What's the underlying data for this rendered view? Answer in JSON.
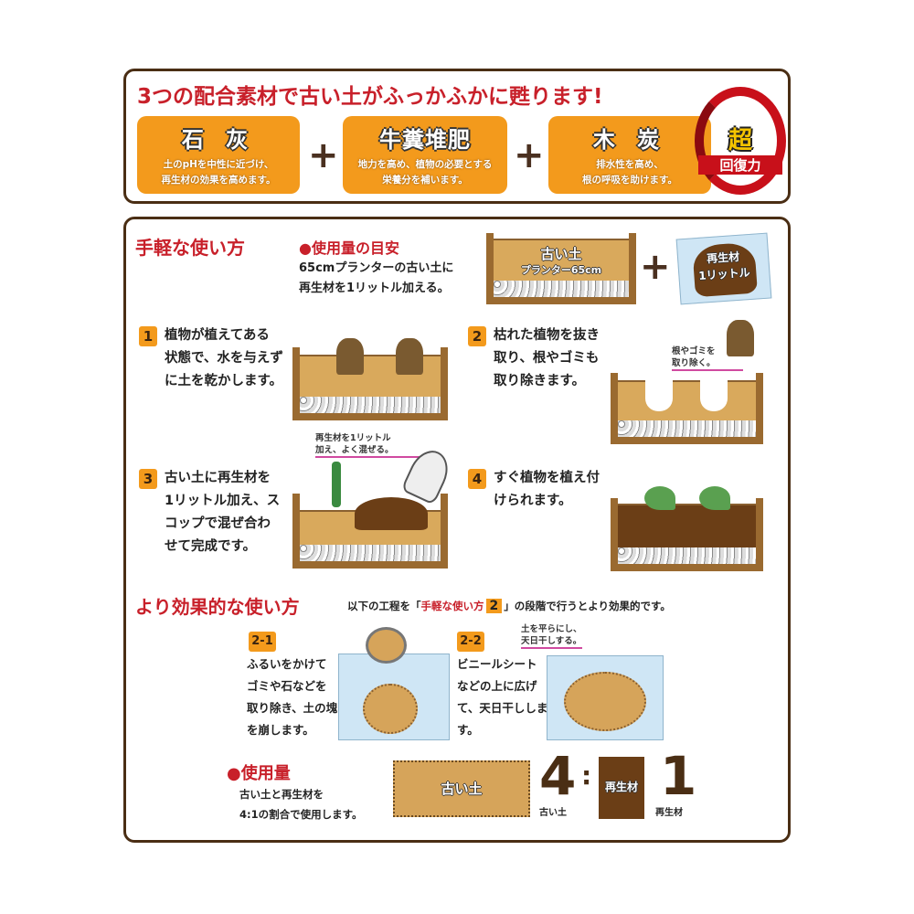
{
  "header": {
    "title": "3つの配合素材で古い土がふっかふかに甦ります!",
    "ingredients": [
      {
        "name": "石 灰",
        "desc_line1": "土のpHを中性に近づけ、",
        "desc_line2": "再生材の効果を高めます。"
      },
      {
        "name": "牛糞堆肥",
        "desc_line1": "地力を高め、植物の必要とする",
        "desc_line2": "栄養分を補います。"
      },
      {
        "name": "木 炭",
        "desc_line1": "排水性を高め、",
        "desc_line2": "根の呼吸を助けます。"
      }
    ],
    "plus": "+",
    "badge_line1": "超",
    "badge_line2": "回復力"
  },
  "easy": {
    "title": "手軽な使い方",
    "guide_title": "●使用量の目安",
    "guide_line1": "65cmプランターの古い土に",
    "guide_line2": "再生材を1リットル加える。",
    "planter_label1": "古い土",
    "planter_label2": "プランター65cm",
    "plus": "+",
    "bag_label1": "再生材",
    "bag_label2": "1リットル",
    "steps": [
      {
        "num": "1",
        "lines": [
          "植物が植えてある",
          "状態で、水を与えず",
          "に土を乾かします。"
        ]
      },
      {
        "num": "2",
        "lines": [
          "枯れた植物を抜き",
          "取り、根やゴミも",
          "取り除きます。"
        ],
        "callout1": "根やゴミを",
        "callout2": "取り除く。"
      },
      {
        "num": "3",
        "lines": [
          "古い土に再生材を",
          "1リットル加え、ス",
          "コップで混ぜ合わ",
          "せて完成です。"
        ],
        "callout1": "再生材を1リットル",
        "callout2": "加え、よく混ぜる。"
      },
      {
        "num": "4",
        "lines": [
          "すぐ植物を植え付",
          "けられます。"
        ]
      }
    ]
  },
  "effective": {
    "title": "より効果的な使い方",
    "note_pre": "以下の工程を「",
    "note_red": "手軽な使い方",
    "note_num": "2",
    "note_post": "」の段階で行うとより効果的です。",
    "substeps": [
      {
        "num": "2-1",
        "lines": [
          "ふるいをかけて",
          "ゴミや石などを",
          "取り除き、土の塊",
          "を崩します。"
        ]
      },
      {
        "num": "2-2",
        "lines": [
          "ビニールシート",
          "などの上に広げ",
          "て、天日干ししま",
          "す。"
        ],
        "callout1": "土を平らにし、",
        "callout2": "天日干しする。"
      }
    ],
    "usage_title": "●使用量",
    "usage_line1": "古い土と再生材を",
    "usage_line2": "4:1の割合で使用します。",
    "ratio_old_label": "古い土",
    "ratio_old": "4",
    "colon": ":",
    "ratio_new_label": "再生材",
    "ratio_new": "1",
    "ratio_old_caption": "古い土",
    "ratio_new_caption": "再生材"
  }
}
